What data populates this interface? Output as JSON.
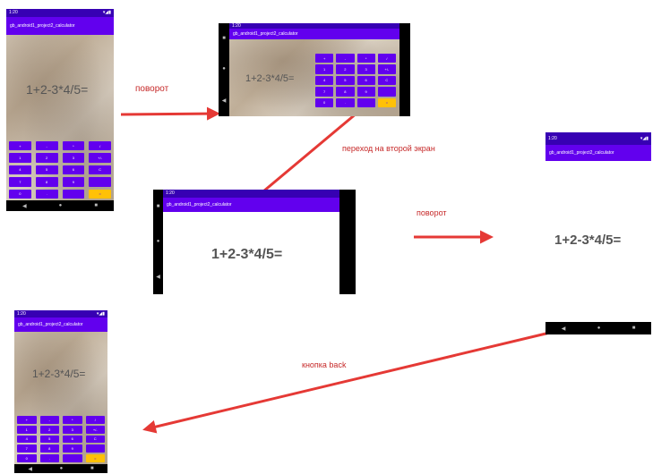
{
  "app_title": "gb_android1_project2_calculator",
  "status_time": "1:20",
  "expression": "1+2-3*4/5=",
  "keys": [
    "+",
    "-",
    "*",
    "/",
    "1",
    "2",
    "3",
    "4",
    "5",
    "6",
    "7",
    "8",
    "9",
    "0",
    ".",
    "="
  ],
  "portrait_keys": [
    "+",
    "-",
    "*",
    "/",
    "1",
    "2",
    "3",
    "+/-",
    "4",
    "5",
    "6",
    "C",
    "7",
    "8",
    "9",
    "",
    "0",
    ".",
    "",
    ""
  ],
  "labels": {
    "rotate1": "поворот",
    "to_second": "переход на второй экран",
    "rotate2": "поворот",
    "back": "кнопка back"
  },
  "nav_icons": [
    "back-triangle-icon",
    "home-circle-icon",
    "recents-square-icon"
  ],
  "colors": {
    "primary": "#6200ee",
    "accent": "#ffc107",
    "arrow": "#e53935"
  }
}
